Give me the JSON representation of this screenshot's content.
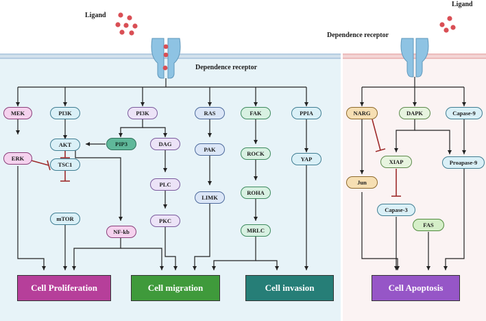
{
  "labels": {
    "ligand_left": "Ligand",
    "ligand_right": "Ligand",
    "receptor_left": "Dependence receptor",
    "receptor_right": "Dependence receptor"
  },
  "nodes": {
    "mek": "MEK",
    "erk": "ERK",
    "pi3k_1": "PI3K",
    "akt": "AKT",
    "tsc1": "TSC1",
    "mtor": "mTOR",
    "pi3k_2": "PI3K",
    "pip3": "PIP3",
    "dag": "DAG",
    "plc": "PLC",
    "pkc": "PKC",
    "nfkb": "NF-kb",
    "ras": "RAS",
    "pak": "PAK",
    "limk": "LIMK",
    "fak": "FAK",
    "rock": "ROCK",
    "roha": "ROHA",
    "mrlc": "MRLC",
    "ppia": "PPIA",
    "yap": "YAP",
    "narg": "NARG",
    "jun": "Jun",
    "dapk": "DAPK",
    "xiap": "XIAP",
    "capase3": "Capase-3",
    "fas": "FAS",
    "capase9": "Capase-9",
    "proapase9": "Proapase-9"
  },
  "outcomes": {
    "proliferation": "Cell Proliferation",
    "migration": "Cell migration",
    "invasion": "Cell invasion",
    "apoptosis": "Cell Apoptosis"
  },
  "colors": {
    "activation_arrow": "#222222",
    "inhibition_line": "#9e2b2b",
    "ligand": "#d94f55",
    "receptor": "#8ec3e3"
  }
}
